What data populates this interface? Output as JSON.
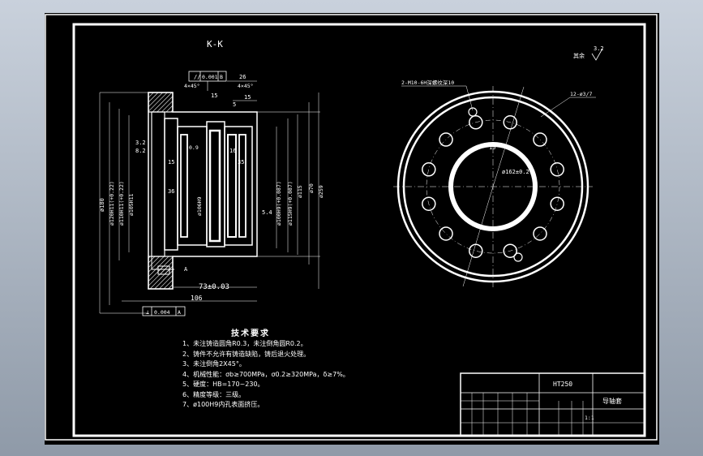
{
  "section_label": "K-K",
  "roughness": {
    "label": "其余",
    "value": "3.2"
  },
  "dims": {
    "tol_flat": "0.001",
    "tol_flat_b": "B",
    "chamfer_a": "4×45°",
    "chamfer_b": "4×45°",
    "d26": "26",
    "d15a": "15",
    "d15b": "15",
    "d5": "5",
    "d_outer": "ø180",
    "d_120": "ø120H11(+0.22)",
    "d_110": "ø110H11(+0.22)",
    "d_105": "ø105H11",
    "d_106": "ø106H9",
    "d_100": "ø100H9(+0.087)",
    "d_115": "ø115H9(+0.087)",
    "d_115b": "ø115",
    "d_70": "ø70",
    "d_p": "ø259",
    "v32": "3.2",
    "v82": "8.2",
    "v15": "15",
    "v16": "16",
    "v35": "35",
    "v54": "5.4",
    "v09": "0.9",
    "len73": "73±0.03",
    "len106": "106",
    "tol_perp": "0.004",
    "tol_perp_a": "A",
    "face_a": "A"
  },
  "plan": {
    "holes_label": "2-M10-6H深螺纹深10",
    "bolt_label": "12-ø3/7",
    "pcd_label": "ø162±0.2",
    "angle_label": "15°"
  },
  "notes": {
    "title": "技术要求",
    "items": [
      "1、未注铸造圆角R0.3，未注倒角圆R0.2。",
      "2、铸件不允许有铸造缺陷，铸后退火处理。",
      "3、未注倒角2X45°。",
      "4、机械性能：σb≥700MPa，σ0.2≥320MPa，δ≥7%。",
      "5、硬度：HB=170~230。",
      "6、精度等级：三级。",
      "7、ø100H9内孔表面挤压。"
    ]
  },
  "title_block": {
    "material": "HT250",
    "part_name": "导轴套",
    "scale": "1:1"
  }
}
